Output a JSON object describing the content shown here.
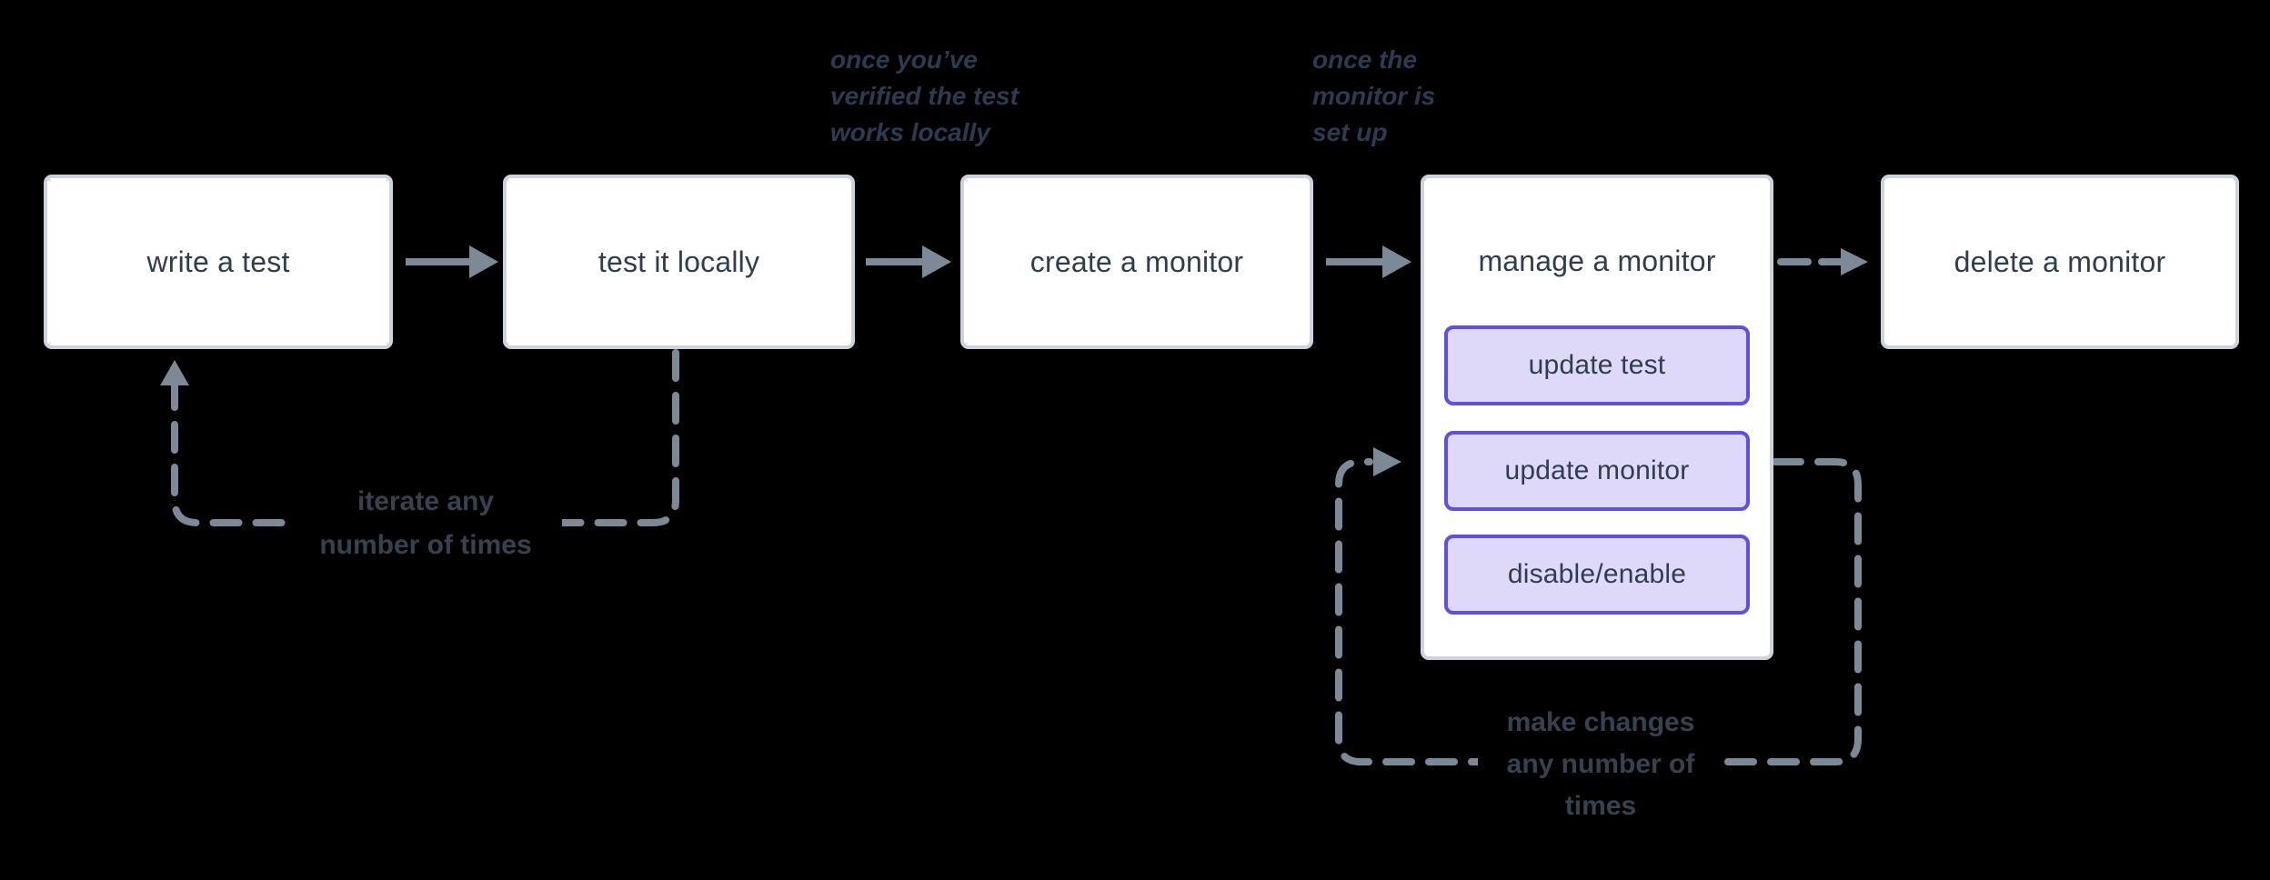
{
  "colors": {
    "background": "#000000",
    "box_bg": "#ffffff",
    "box_border": "#cbd4de",
    "box_text": "#2f3e4e",
    "arrow": "#7c8996",
    "button_bg": "#ded9f8",
    "button_border": "#5d4fe8",
    "note_text": "#2c3c50",
    "label_text": "#35434f"
  },
  "nodes": [
    {
      "label": "write a test"
    },
    {
      "label": "test it locally"
    },
    {
      "label": "create a monitor"
    },
    {
      "label": "manage a monitor"
    },
    {
      "label": "delete a monitor"
    }
  ],
  "manage_buttons": [
    {
      "label": "update test"
    },
    {
      "label": "update monitor"
    },
    {
      "label": "disable/enable"
    }
  ],
  "notes": [
    {
      "lines": [
        "once you’ve",
        "verified the test",
        "works locally"
      ]
    },
    {
      "lines": [
        "once the",
        "monitor is",
        "set up"
      ]
    }
  ],
  "loop_labels": [
    {
      "lines": [
        "iterate any",
        "number of times"
      ]
    },
    {
      "lines": [
        "make changes",
        "any number of",
        "times"
      ]
    }
  ]
}
